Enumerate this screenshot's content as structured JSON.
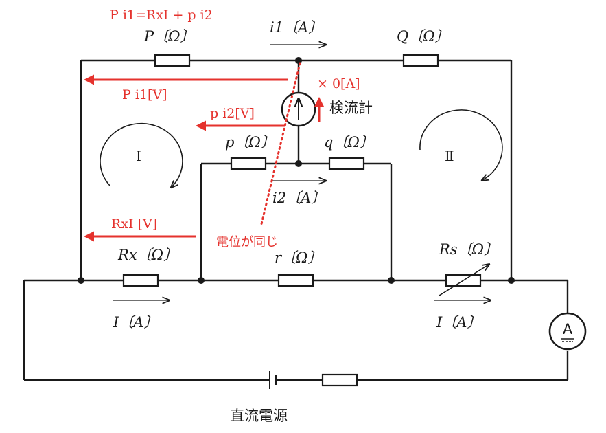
{
  "labels": {
    "P": "P〔Ω〕",
    "Q": "Q〔Ω〕",
    "p": "p〔Ω〕",
    "q": "q〔Ω〕",
    "r": "r〔Ω〕",
    "Rx": "Rx〔Ω〕",
    "Rs": "Rs〔Ω〕",
    "i1": "i1〔A〕",
    "i2": "i2〔A〕",
    "I_left": "I〔A〕",
    "I_right": "I〔A〕",
    "loop1": "I",
    "loop2": "Ⅱ",
    "galvanometer": "検流計",
    "ammeter": "A",
    "source": "直流電源"
  },
  "annotations": {
    "equation": "P i1=RxI + p i2",
    "Pi1": "P i1[V]",
    "zero": "× 0[A]",
    "pi2": "p i2[V]",
    "RxI": "RxI [V]",
    "same_potential": "電位が同じ"
  },
  "colors": {
    "annotation": "#e5322d",
    "circuit": "#1a1a1a"
  }
}
